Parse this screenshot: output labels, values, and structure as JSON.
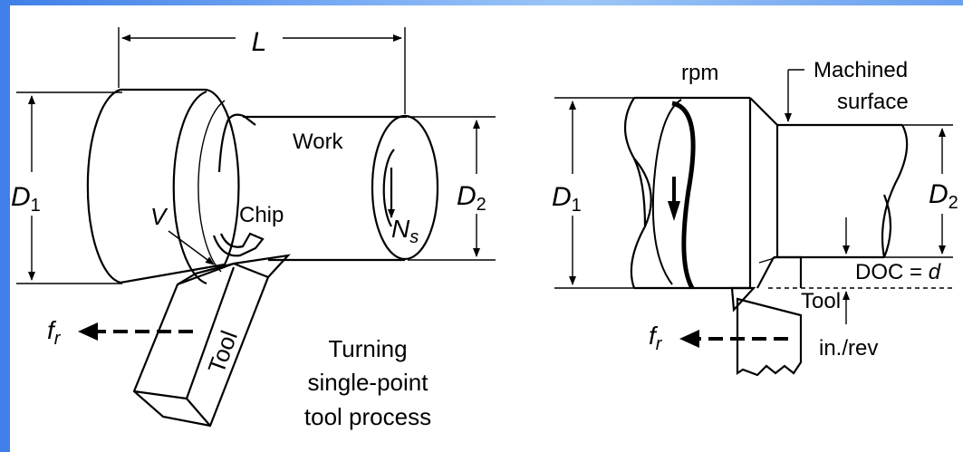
{
  "left_figure": {
    "length_label": "L",
    "d1_label_base": "D",
    "d1_label_sub": "1",
    "d2_label_base": "D",
    "d2_label_sub": "2",
    "work_label": "Work",
    "chip_label": "Chip",
    "velocity_label": "V",
    "spindle_label_base": "N",
    "spindle_label_sub": "s",
    "feed_label_base": "f",
    "feed_label_sub": "r",
    "tool_label": "Tool",
    "caption_line1": "Turning",
    "caption_line2": "single-point",
    "caption_line3": "tool process"
  },
  "right_figure": {
    "rpm_label": "rpm",
    "machined_line1": "Machined",
    "machined_line2": "surface",
    "d1_label_base": "D",
    "d1_label_sub": "1",
    "d2_label_base": "D",
    "d2_label_sub": "2",
    "doc_label_prefix": "DOC = ",
    "doc_label_var": "d",
    "tool_label": "Tool",
    "feed_label_base": "f",
    "feed_label_sub": "r",
    "feed_rate_label": "in./rev"
  },
  "colors": {
    "frame": "#4f8ae6",
    "panel": "#ffffff",
    "ink": "#000000"
  }
}
